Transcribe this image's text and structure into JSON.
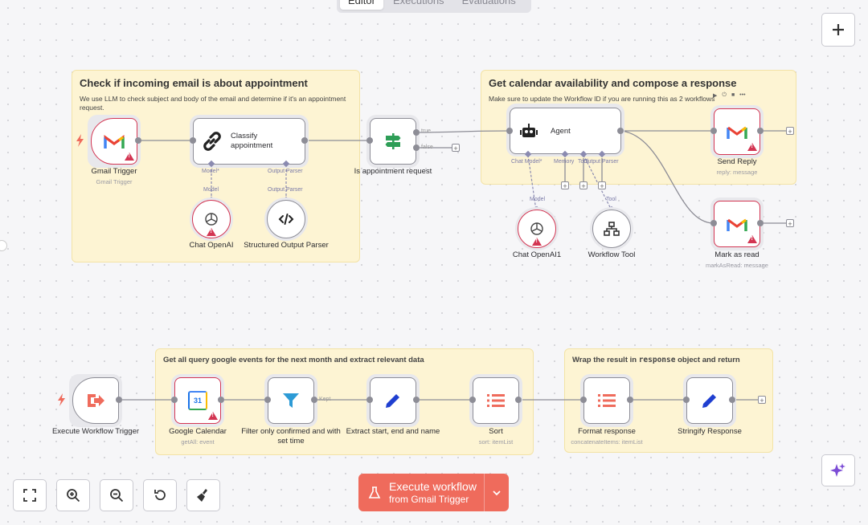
{
  "tabs": [
    "Editor",
    "Executions",
    "Evaluations"
  ],
  "sticky1": {
    "title": "Check if incoming email is about appointment",
    "subtitle": "We use LLM to check subject and body of the email and determine if it's an appointment request."
  },
  "sticky2": {
    "title": "Get calendar availability and compose a response",
    "subtitle": "Make sure to update the Workflow ID if you are running this as 2 workflows"
  },
  "sticky3": {
    "title": "Get all query google events for the next month and extract relevant data"
  },
  "sticky4": {
    "title_pre": "Wrap the result in ",
    "title_code": "response",
    "title_post": " object and return"
  },
  "nodes": {
    "gmail_trigger": {
      "label": "Gmail Trigger",
      "sub": "Gmail Trigger"
    },
    "classify": {
      "label": "Classify appointment"
    },
    "classify_ports": {
      "model": "Model*",
      "parser": "Output Parser"
    },
    "chat_openai": {
      "label": "Chat OpenAI",
      "port": "Model"
    },
    "struct_parser": {
      "label": "Structured Output Parser",
      "port": "Output Parser"
    },
    "if_node": {
      "label": "Is appointment request",
      "true": "true",
      "false": "false"
    },
    "agent": {
      "label": "Agent",
      "ports": {
        "chat_model": "Chat Model*",
        "memory": "Memory",
        "tool": "Tool",
        "parser": "Output Parser"
      }
    },
    "chat_openai1": {
      "label": "Chat OpenAI1",
      "port": "Model"
    },
    "workflow_tool": {
      "label": "Workflow Tool",
      "port": "Tool"
    },
    "send_reply": {
      "label": "Send Reply",
      "sub": "reply: message"
    },
    "mark_read": {
      "label": "Mark as read",
      "sub": "markAsRead: message"
    },
    "exec_trigger": {
      "label": "Execute Workflow Trigger"
    },
    "gcal": {
      "label": "Google Calendar",
      "sub": "getAll: event",
      "icon_num": "31"
    },
    "filter": {
      "label": "Filter only confirmed and with set time",
      "kept": "Kept"
    },
    "extract": {
      "label": "Extract start, end and name"
    },
    "sort": {
      "label": "Sort",
      "sub": "sort: itemList"
    },
    "format": {
      "label": "Format response",
      "sub": "concatenateItems: itemList"
    },
    "stringify": {
      "label": "Stringify Response"
    }
  },
  "execute": {
    "line1": "Execute workflow",
    "line2": "from Gmail Trigger"
  },
  "colors": {
    "accent": "#ef6b5c",
    "error": "#d33552",
    "sticky": "#fdf4d3"
  }
}
